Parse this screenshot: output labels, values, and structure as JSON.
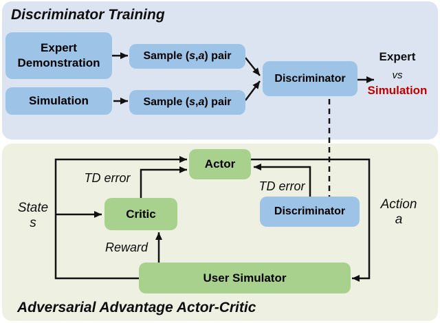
{
  "top": {
    "title": "Discriminator Training",
    "expert_demo_line1": "Expert",
    "expert_demo_line2": "Demonstration",
    "simulation": "Simulation",
    "sample_prefix": "Sample (",
    "sample_s": "s",
    "sample_comma": ",",
    "sample_a": "a",
    "sample_suffix": ") pair",
    "discriminator": "Discriminator",
    "out_expert": "Expert",
    "out_vs": "vs",
    "out_simulation": "Simulation"
  },
  "bottom": {
    "title": "Adversarial Advantage Actor-Critic",
    "actor": "Actor",
    "critic": "Critic",
    "discriminator": "Discriminator",
    "user_simulator": "User Simulator",
    "state": "State",
    "state_s": "s",
    "action": "Action",
    "action_a": "a",
    "td_error_left": "TD error",
    "td_error_right": "TD error",
    "reward": "Reward"
  },
  "colors": {
    "blue_box": "#9dc3e6",
    "green_box": "#a9d18e",
    "top_panel_bg": "#dce4f1",
    "bottom_panel_bg": "#eef1e1",
    "simulation_text": "#c00000",
    "line": "#111111"
  }
}
